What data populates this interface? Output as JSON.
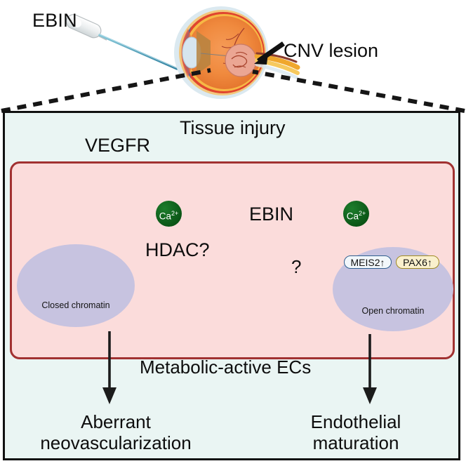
{
  "figure": {
    "domain": "scientific-schematic",
    "title_top": "EBIN intravitreal injection and CNV lesion",
    "colors": {
      "panel_background": "#eaf5f3",
      "cell_fill": "#fbdcdb",
      "cell_border": "#a13131",
      "nucleus_fill": "#c7c3e0",
      "calcium_green": "#0e6b1e",
      "lightning_orange": "#f58220",
      "receptor_blue": "#6b9ad6",
      "ligand_red": "#a01f2a",
      "closed_chromatin_teal": "#17887f",
      "open_chromatin_blue": "#7fa7bd",
      "chromosome_blue": "#1463a3",
      "meis2_pill_fill": "#f2f7fb",
      "meis2_pill_border": "#2f5f8f",
      "pax6_pill_fill": "#faf0cd",
      "pax6_pill_border": "#a08a23",
      "text": "#0d0d0d",
      "frame": "#111111"
    }
  },
  "top_panel": {
    "ebin_label": "EBIN",
    "cnv_label": "CNV lesion",
    "pipette_icon": "dropper-pipette-icon",
    "eye_icon": "eye-cross-section-icon",
    "arrow_icon": "arrow-icon"
  },
  "cell_panel": {
    "tissue_injury_label": "Tissue injury",
    "lightning_icon": "lightning-bolt-icon",
    "vegfr_label": "VEGFR",
    "receptor_icon": "vegfr-receptor-icon",
    "hdac_label": "HDAC?",
    "ebin_label": "EBIN",
    "question_label": "?",
    "metabolic_label": "Metabolic-active ECs",
    "calcium_left": {
      "label": "Ca",
      "charge": "2+"
    },
    "calcium_right": {
      "label": "Ca",
      "charge": "2+"
    },
    "nucleus_left": {
      "caption": "Closed chromatin",
      "chromosome_icon": "chromosome-icon",
      "chromatin_icon": "coiled-chromatin-icon"
    },
    "nucleus_right": {
      "caption": "Open chromatin",
      "chromosome_icon": "chromosome-icon",
      "chromatin_icon": "open-chromatin-icon",
      "genes": [
        {
          "name": "MEIS2",
          "direction": "↑",
          "label": "MEIS2↑"
        },
        {
          "name": "PAX6",
          "direction": "↑",
          "label": "PAX6↑"
        }
      ]
    }
  },
  "outcomes": {
    "left": {
      "line1": "Aberrant",
      "line2": "neovascularization",
      "label": "Aberrant neovascularization"
    },
    "right": {
      "line1": "Endothelial",
      "line2": "maturation",
      "label": "Endothelial maturation"
    }
  }
}
